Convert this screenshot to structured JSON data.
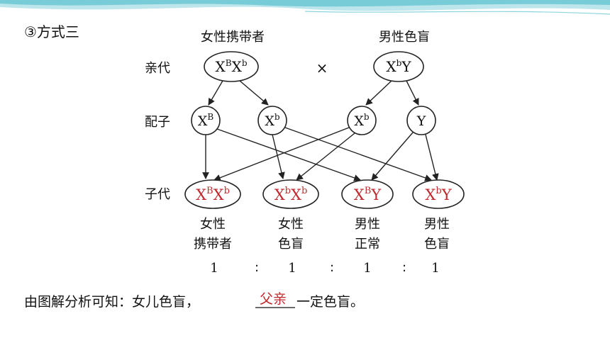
{
  "heading": "③方式三",
  "parents": {
    "female_label": "女性携带者",
    "male_label": "男性色盲",
    "row_label": "亲代",
    "female_genotype": {
      "base": "X",
      "sup1": "B",
      "mid": "X",
      "sup2": "b"
    },
    "cross_symbol": "×",
    "male_genotype": {
      "base": "X",
      "sup1": "b",
      "tail": "Y"
    }
  },
  "gametes": {
    "row_label": "配子",
    "items": [
      {
        "base": "X",
        "sup": "B",
        "tail": ""
      },
      {
        "base": "X",
        "sup": "b",
        "tail": ""
      },
      {
        "base": "X",
        "sup": "b",
        "tail": ""
      },
      {
        "base": "",
        "sup": "",
        "tail": "Y"
      }
    ]
  },
  "offspring": {
    "row_label": "子代",
    "items": [
      {
        "genotype": {
          "base": "X",
          "sup1": "B",
          "mid": "X",
          "sup2": "b",
          "tail": ""
        },
        "label_line1": "女性",
        "label_line2": "携带者"
      },
      {
        "genotype": {
          "base": "X",
          "sup1": "b",
          "mid": "X",
          "sup2": "b",
          "tail": ""
        },
        "label_line1": "女性",
        "label_line2": "色盲"
      },
      {
        "genotype": {
          "base": "X",
          "sup1": "B",
          "mid": "",
          "sup2": "",
          "tail": "Y"
        },
        "label_line1": "男性",
        "label_line2": "正常"
      },
      {
        "genotype": {
          "base": "X",
          "sup1": "b",
          "mid": "",
          "sup2": "",
          "tail": "Y"
        },
        "label_line1": "男性",
        "label_line2": "色盲"
      }
    ],
    "ratio": [
      "1",
      "1",
      "1",
      "1"
    ],
    "ratio_separator": ":"
  },
  "conclusion": {
    "prefix": "由图解分析可知：女儿色盲，",
    "answer": "父亲",
    "suffix": "一定色盲。"
  },
  "colors": {
    "answer_red": "#c0282d",
    "accent_teal": "#3fb7c7",
    "line": "#222222"
  }
}
